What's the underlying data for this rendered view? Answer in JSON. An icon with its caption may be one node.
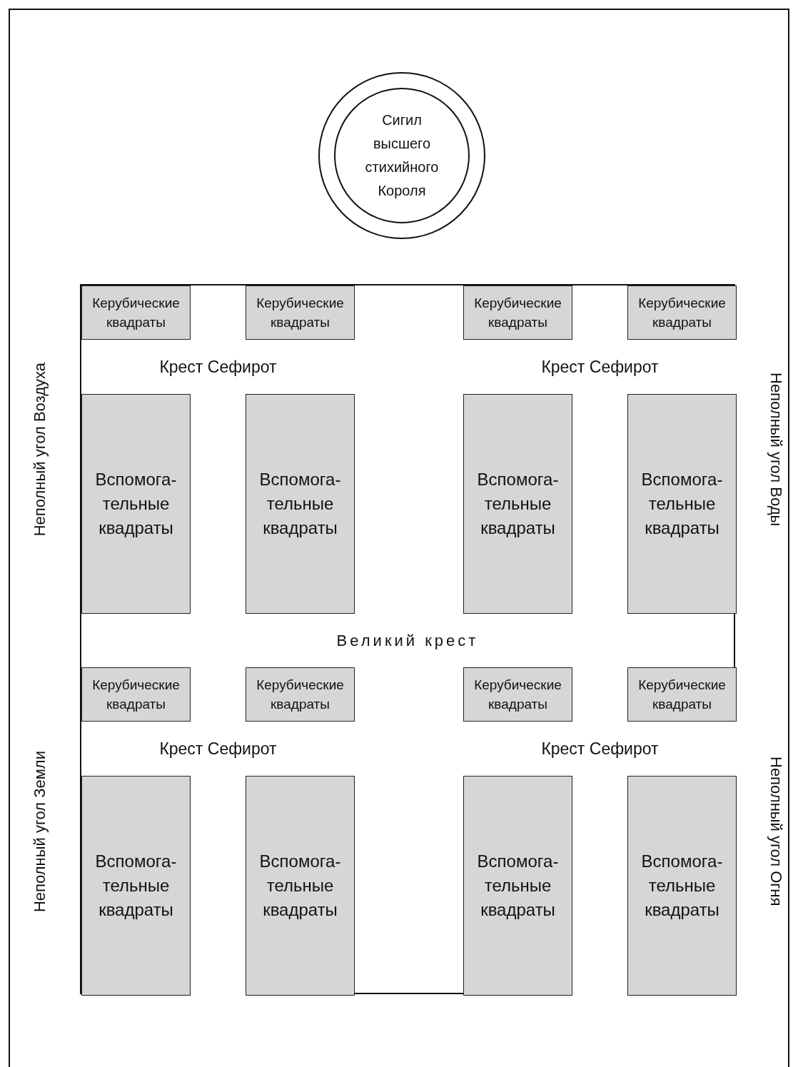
{
  "diagram": {
    "nodes": [
      {
        "text": [
          "Сигил высшего стихийного Короля"
        ]
      },
      {
        "text": [
          "Великий крест"
        ]
      },
      {
        "text": [
          "Крест Сефирот"
        ],
        "in": 1,
        "beside": [
          "Неполный угол Воздуха"
        ]
      },
      {
        "text": [
          "Керубические квадраты"
        ],
        "in": 2
      },
      {
        "text": [
          "Керубические квадраты"
        ],
        "in": 2
      },
      {
        "text": [
          "Вспомога-тельные квадраты"
        ],
        "in": 2
      },
      {
        "text": [
          "Вспомога-тельные квадраты"
        ],
        "in": 2
      },
      {
        "text": [
          "Крест Сефирот"
        ],
        "in": 1,
        "beside": [
          "Неполный угол Воды"
        ]
      },
      {
        "text": [
          "Керубические квадраты"
        ],
        "in": 7
      },
      {
        "text": [
          "Керубические квадраты"
        ],
        "in": 7
      },
      {
        "text": [
          "Вспомога-тельные квадраты"
        ],
        "in": 7
      },
      {
        "text": [
          "Вспомога-тельные квадраты"
        ],
        "in": 7
      },
      {
        "text": [
          "Крест Сефирот"
        ],
        "in": 1,
        "beside": [
          "Неполный угол Земли"
        ]
      },
      {
        "text": [
          "Керубические квадраты"
        ],
        "in": 12
      },
      {
        "text": [
          "Керубические квадраты"
        ],
        "in": 12
      },
      {
        "text": [
          "Вспомога-тельные квадраты"
        ],
        "in": 12
      },
      {
        "text": [
          "Вспомога-тельные квадраты"
        ],
        "in": 12
      },
      {
        "text": [
          "Крест Сефирот"
        ],
        "in": 1,
        "beside": [
          "Неполный угол Огня"
        ]
      },
      {
        "text": [
          "Керубические квадраты"
        ],
        "in": 17
      },
      {
        "text": [
          "Керубические квадраты"
        ],
        "in": 17
      },
      {
        "text": [
          "Вспомога-тельные квадраты"
        ],
        "in": 17
      },
      {
        "text": [
          "Вспомога-тельные квадраты"
        ],
        "in": 17
      }
    ]
  }
}
